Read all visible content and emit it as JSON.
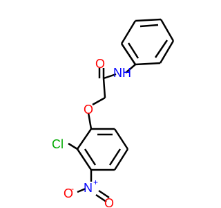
{
  "diagram": {
    "type": "chemical-structure",
    "atom_labels": {
      "nh": "NH",
      "o_carbonyl": "O",
      "o_ether": "O",
      "cl": "Cl",
      "n_nitro": "N",
      "nitro_plus": "+",
      "o_nitro_left": "O",
      "o_nitro_minus": "-",
      "o_nitro_bottom": "O"
    },
    "colors": {
      "bond": "#000000",
      "oxygen": "#ff0000",
      "nitrogen": "#0000ff",
      "chlorine": "#00aa00"
    }
  }
}
